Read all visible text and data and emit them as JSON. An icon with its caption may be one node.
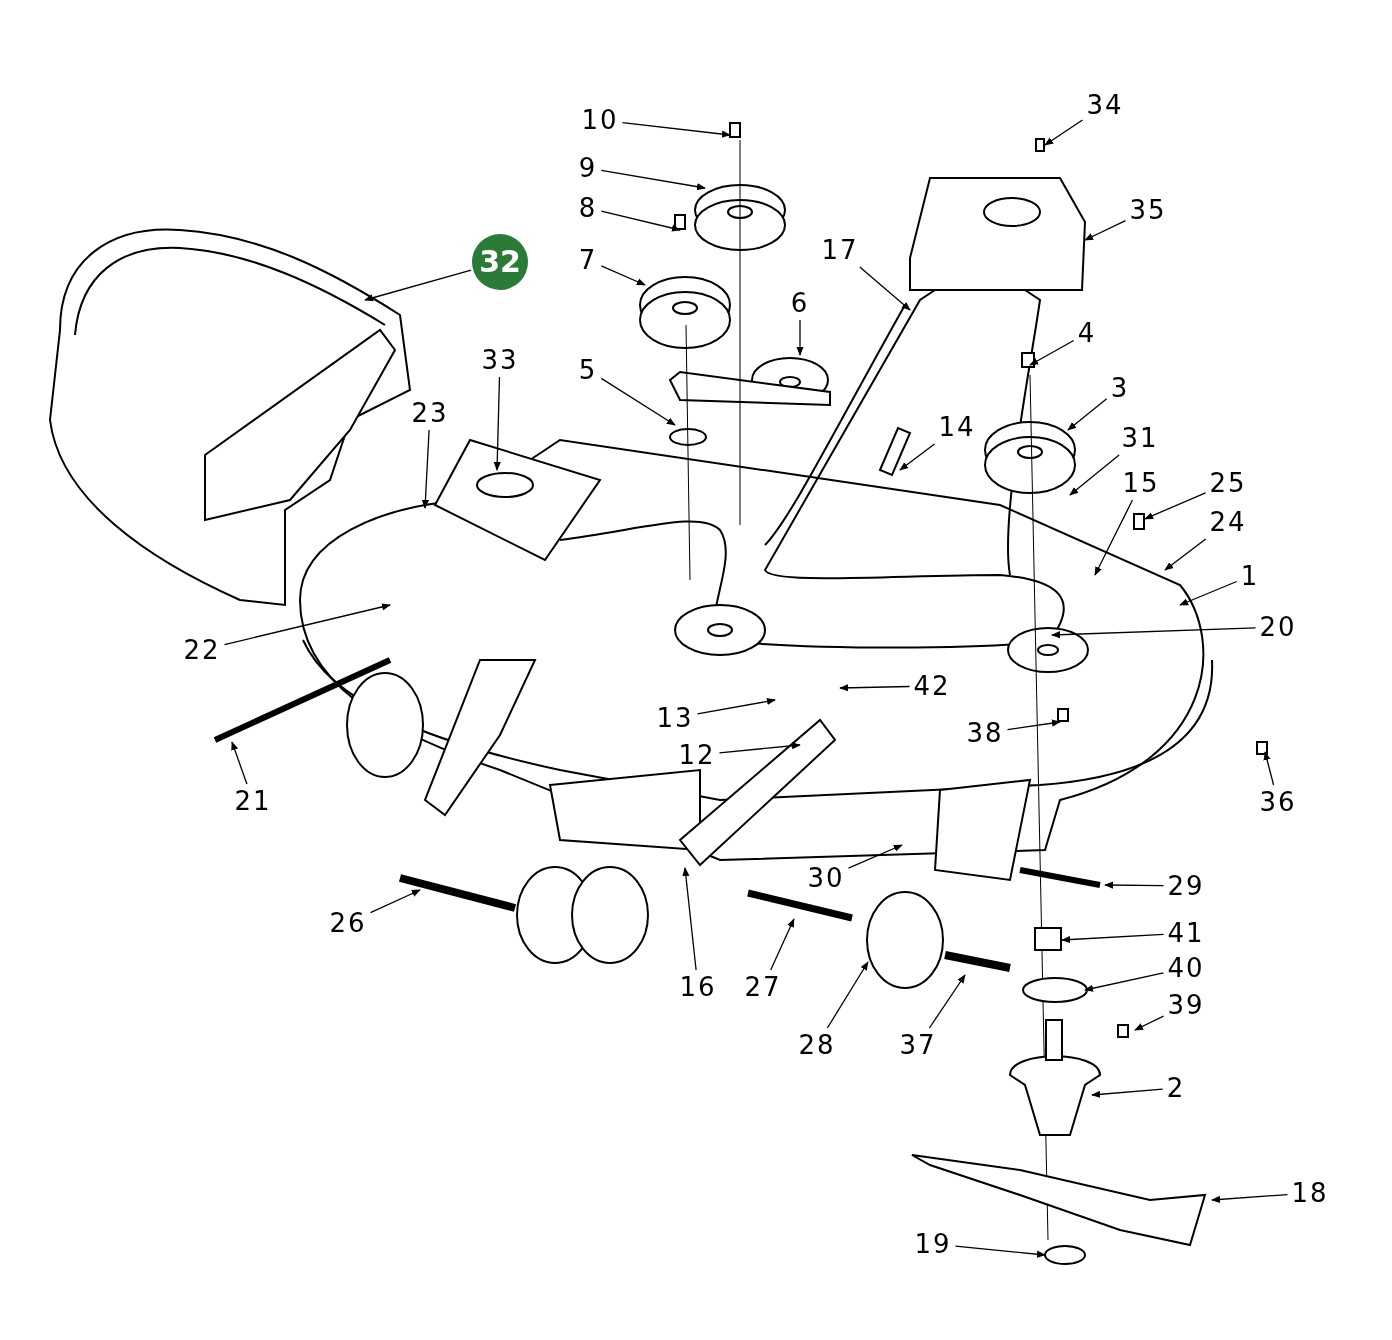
{
  "diagram": {
    "nodes": [
      {
        "text": [
          "34"
        ]
      },
      {
        "text": [
          "10"
        ]
      },
      {
        "text": [
          "35"
        ]
      },
      {
        "text": [
          "9"
        ]
      },
      {
        "text": [
          "8"
        ]
      },
      {
        "text": [
          "32"
        ]
      },
      {
        "text": [
          "17"
        ]
      },
      {
        "text": [
          "7"
        ]
      },
      {
        "text": [
          "6"
        ]
      },
      {
        "text": [
          "4"
        ]
      },
      {
        "text": [
          "33"
        ]
      },
      {
        "text": [
          "5"
        ]
      },
      {
        "text": [
          "3"
        ]
      },
      {
        "text": [
          "23"
        ]
      },
      {
        "text": [
          "31"
        ]
      },
      {
        "text": [
          "14"
        ]
      },
      {
        "text": [
          "15"
        ]
      },
      {
        "text": [
          "25"
        ]
      },
      {
        "text": [
          "24"
        ]
      },
      {
        "text": [
          "1"
        ]
      },
      {
        "text": [
          "22"
        ]
      },
      {
        "text": [
          "20"
        ]
      },
      {
        "text": [
          "42"
        ]
      },
      {
        "text": [
          "13"
        ]
      },
      {
        "text": [
          "38"
        ]
      },
      {
        "text": [
          "12"
        ]
      },
      {
        "text": [
          "36"
        ]
      },
      {
        "text": [
          "21"
        ]
      },
      {
        "text": [
          "30"
        ]
      },
      {
        "text": [
          "29"
        ]
      },
      {
        "text": [
          "26"
        ]
      },
      {
        "text": [
          "41"
        ]
      },
      {
        "text": [
          "16"
        ]
      },
      {
        "text": [
          "27"
        ]
      },
      {
        "text": [
          "40"
        ]
      },
      {
        "text": [
          "39"
        ]
      },
      {
        "text": [
          "28"
        ]
      },
      {
        "text": [
          "37"
        ]
      },
      {
        "text": [
          "2"
        ]
      },
      {
        "text": [
          "18"
        ]
      },
      {
        "text": [
          "19"
        ]
      },
      {
        "text": [],
        "shape": "box"
      },
      {
        "text": [],
        "shape": "bar"
      }
    ],
    "edges": [
      {
        "from": 0,
        "to": null,
        "arrow": "to"
      },
      {
        "from": 1,
        "to": null,
        "arrow": "to"
      },
      {
        "from": 2,
        "to": null,
        "arrow": "to"
      },
      {
        "from": 3,
        "to": null,
        "arrow": "to"
      },
      {
        "from": 4,
        "to": null,
        "arrow": "to"
      },
      {
        "from": 5,
        "to": null,
        "arrow": "to"
      },
      {
        "from": 6,
        "to": null,
        "arrow": "to"
      },
      {
        "from": 7,
        "to": null,
        "arrow": "to"
      },
      {
        "from": 8,
        "to": null,
        "arrow": "to"
      },
      {
        "from": 9,
        "to": null,
        "arrow": "to"
      },
      {
        "from": 10,
        "to": null,
        "arrow": "to"
      },
      {
        "from": 11,
        "to": null,
        "arrow": "to"
      },
      {
        "from": 12,
        "to": null,
        "arrow": "to"
      },
      {
        "from": 13,
        "to": null,
        "arrow": "to"
      },
      {
        "from": 14,
        "to": null,
        "arrow": "to"
      },
      {
        "from": 15,
        "to": null,
        "arrow": "to"
      },
      {
        "from": 16,
        "to": null,
        "arrow": "to"
      },
      {
        "from": 17,
        "to": 41,
        "arrow": "to"
      },
      {
        "from": 18,
        "to": null,
        "arrow": "to"
      },
      {
        "from": 19,
        "to": null,
        "arrow": "to"
      },
      {
        "from": 20,
        "to": null,
        "arrow": "to"
      },
      {
        "from": 21,
        "to": null,
        "arrow": "to"
      },
      {
        "from": 22,
        "to": null,
        "arrow": "to"
      },
      {
        "from": 23,
        "to": null,
        "arrow": "to"
      },
      {
        "from": 24,
        "to": null,
        "arrow": "to"
      },
      {
        "from": 25,
        "to": null,
        "arrow": "to"
      },
      {
        "from": 26,
        "to": null,
        "arrow": "to"
      },
      {
        "from": 27,
        "to": null,
        "arrow": "to"
      },
      {
        "from": 28,
        "to": null,
        "arrow": "to"
      },
      {
        "from": 29,
        "to": null,
        "arrow": "to"
      },
      {
        "from": 30,
        "to": null,
        "arrow": "to"
      },
      {
        "from": 31,
        "to": null,
        "arrow": "to"
      },
      {
        "from": 32,
        "to": null,
        "arrow": "to"
      },
      {
        "from": 33,
        "to": 42,
        "arrow": "to"
      },
      {
        "from": 34,
        "to": null,
        "arrow": "to"
      },
      {
        "from": 35,
        "to": null,
        "arrow": "to"
      },
      {
        "from": 36,
        "to": null,
        "arrow": "to"
      },
      {
        "from": 37,
        "to": null,
        "arrow": "to"
      },
      {
        "from": 38,
        "to": null,
        "arrow": "to"
      },
      {
        "from": 39,
        "to": null,
        "arrow": "to"
      },
      {
        "from": 40,
        "to": null,
        "arrow": "to"
      }
    ]
  }
}
